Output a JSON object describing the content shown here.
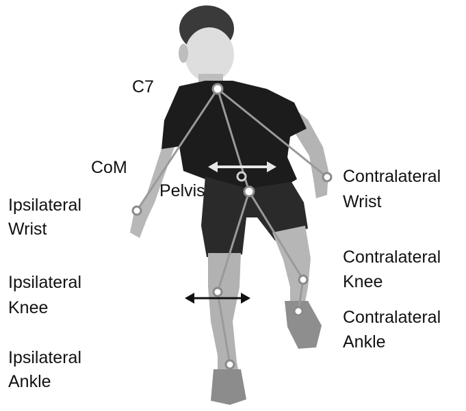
{
  "labels": {
    "c7": "C7",
    "com": "CoM",
    "pelvis": "Pelvis",
    "ipsi_wrist_1": "Ipsilateral",
    "ipsi_wrist_2": "Wrist",
    "ipsi_knee_1": "Ipsilateral",
    "ipsi_knee_2": "Knee",
    "ipsi_ankle_1": "Ipsilateral",
    "ipsi_ankle_2": "Ankle",
    "contra_wrist_1": "Contralateral",
    "contra_wrist_2": "Wrist",
    "contra_knee_1": "Contralateral",
    "contra_knee_2": "Knee",
    "contra_ankle_1": "Contralateral",
    "contra_ankle_2": "Ankle"
  },
  "colors": {
    "skin": "#c8c8c8",
    "shirt": "#1a1a1a",
    "marker_line": "#9a9a9a",
    "arrow_light": "#e8e8e8",
    "arrow_dark": "#111111"
  }
}
